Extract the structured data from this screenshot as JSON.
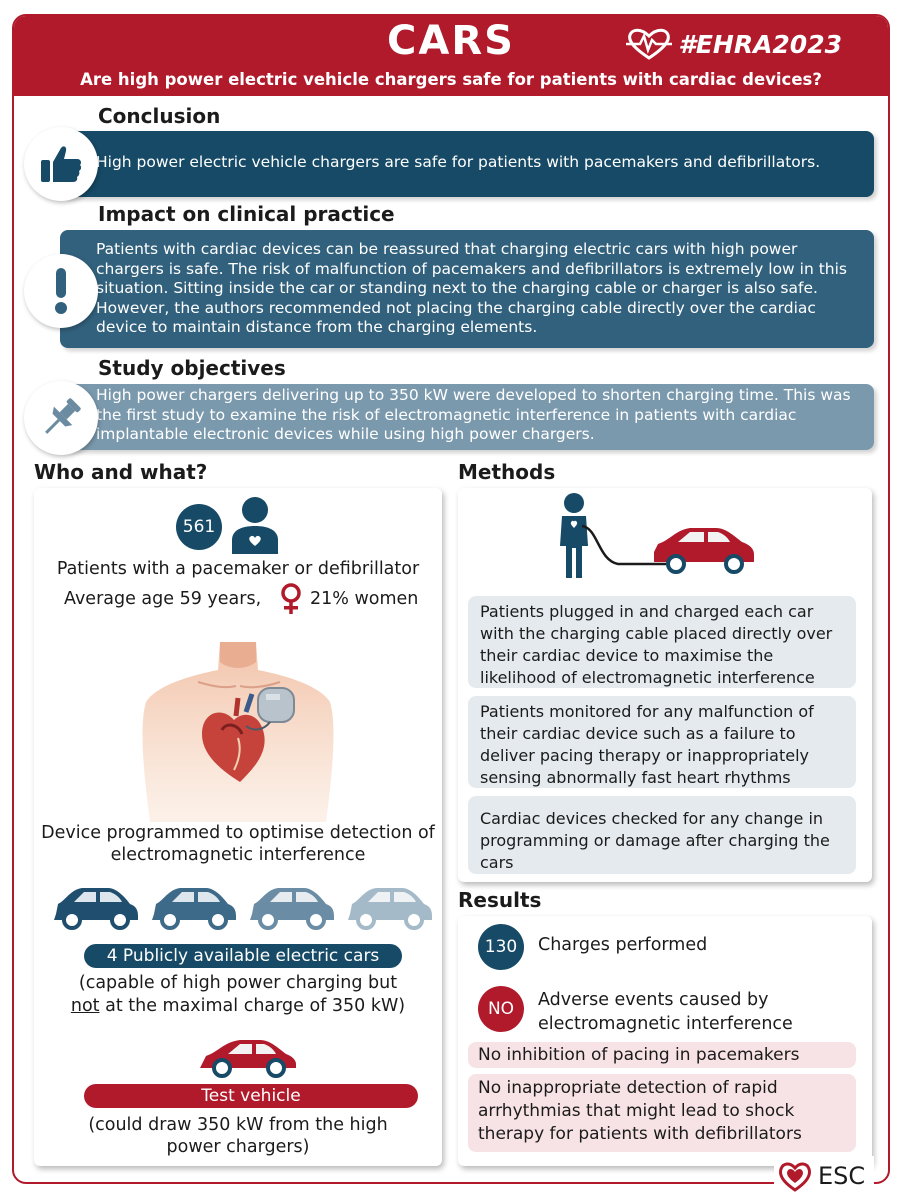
{
  "header": {
    "title": "CARS",
    "hashtag": "#EHRA2023",
    "question": "Are high power electric vehicle chargers safe for patients with cardiac devices?"
  },
  "conclusion": {
    "title": "Conclusion",
    "text": "High power electric vehicle chargers are safe for patients with pacemakers and defibrillators.",
    "icon": "thumbs-up-icon"
  },
  "impact": {
    "title": "Impact on clinical practice",
    "text": "Patients with cardiac devices can be reassured that charging electric cars with high power chargers is safe. The risk of malfunction of pacemakers and defibrillators is extremely low in this situation. Sitting inside the car or standing next to the charging cable or charger is also safe. However, the authors recommended not placing the charging cable directly over the cardiac device to maintain distance from the charging elements.",
    "icon": "exclamation-icon"
  },
  "objectives": {
    "title": "Study objectives",
    "text": "High power chargers delivering up to 350 kW were developed to shorten charging time. This was the first study to examine the risk of electromagnetic interference in patients with cardiac implantable electronic devices while using high power chargers.",
    "icon": "pushpin-icon"
  },
  "who": {
    "title": "Who and what?",
    "count": "561",
    "patients": "Patients with a pacemaker or defibrillator",
    "age": "Average age 59 years,",
    "women": "21% women",
    "device": "Device programmed to optimise detection of electromagnetic interference",
    "cars_label": "4 Publicly available electric cars",
    "cars_note_1": "(capable of high power charging but",
    "cars_note_not": "not",
    "cars_note_2": " at the maximal charge of 350 kW)",
    "test_label": "Test vehicle",
    "test_note": "(could draw 350 kW from the high power chargers)"
  },
  "methods": {
    "title": "Methods",
    "steps": [
      "Patients plugged in and charged each car with the charging cable placed directly over their cardiac device to maximise the likelihood of electromagnetic interference",
      "Patients monitored for any malfunction of their cardiac device such as a failure to deliver pacing therapy or inappropriately sensing abnormally fast heart rhythms",
      "Cardiac devices checked for any change in programming or damage after charging the cars"
    ]
  },
  "results": {
    "title": "Results",
    "charges_count": "130",
    "charges_label": "Charges performed",
    "no_label": "NO",
    "adverse_label": "Adverse events caused by electromagnetic interference",
    "finding_1": "No inhibition of pacing in pacemakers",
    "finding_2": "No inappropriate detection of rapid arrhythmias that might lead to shock therapy for patients with defibrillators"
  },
  "footer": {
    "brand": "ESC"
  },
  "colors": {
    "red": "#b01a2b",
    "navy": "#164a66",
    "teal": "#32617d",
    "steel": "#7b99ad",
    "car_blues": [
      "#1f4e6e",
      "#3d6a88",
      "#6a8da5",
      "#a4bac9"
    ]
  }
}
